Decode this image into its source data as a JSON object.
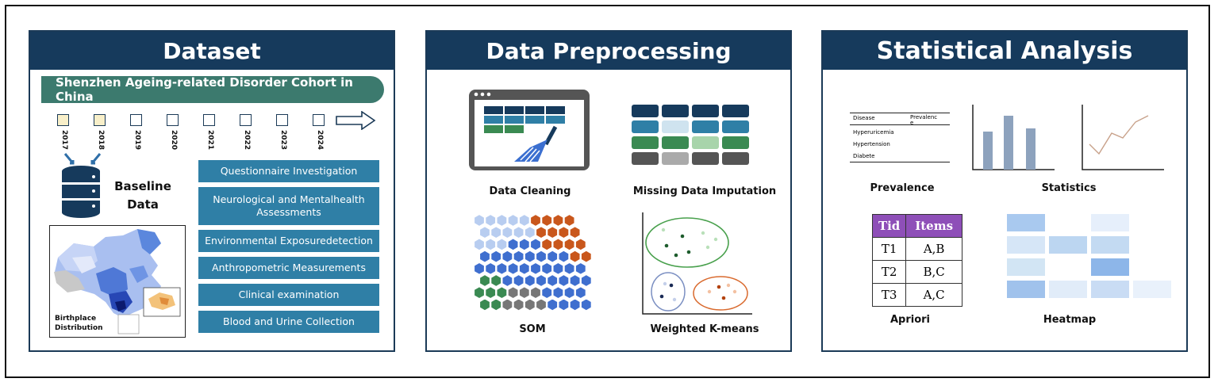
{
  "dataset": {
    "title": "Dataset",
    "cohort": "Shenzhen Ageing-related Disorder Cohort in China",
    "years": [
      "2017",
      "2018",
      "2019",
      "2020",
      "2021",
      "2022",
      "2023",
      "2024"
    ],
    "baseline": "Baseline\nData",
    "items": [
      "Questionnaire Investigation",
      "Neurological and Mentalhealth Assessments",
      "Environmental Exposuredetection",
      "Anthropometric Measurements",
      "Clinical examination",
      "Blood and Urine Collection"
    ],
    "map_label": "Birthplace\nDistribution"
  },
  "preprocessing": {
    "title": "Data Preprocessing",
    "methods": [
      "Data Cleaning",
      "Missing Data Imputation",
      "SOM",
      "Weighted K-means"
    ]
  },
  "analysis": {
    "title": "Statistical Analysis",
    "methods": [
      "Prevalence",
      "Statistics",
      "Apriori",
      "Heatmap"
    ],
    "prevalence_table": {
      "headers": [
        "Disease",
        "Prevalenc\ne"
      ],
      "rows": [
        "Hyperuricemia",
        "Hypertension",
        "Diabete"
      ]
    },
    "apriori": {
      "headers": [
        "Tid",
        "Items"
      ],
      "rows": [
        [
          "T1",
          "A,B"
        ],
        [
          "T2",
          "B,C"
        ],
        [
          "T3",
          "A,C"
        ]
      ]
    }
  },
  "colors": {
    "header": "#163a5c",
    "cohort_bar": "#3c7a6e",
    "item_bar": "#2f7fa6",
    "apriori_header": "#8e4fb8"
  }
}
